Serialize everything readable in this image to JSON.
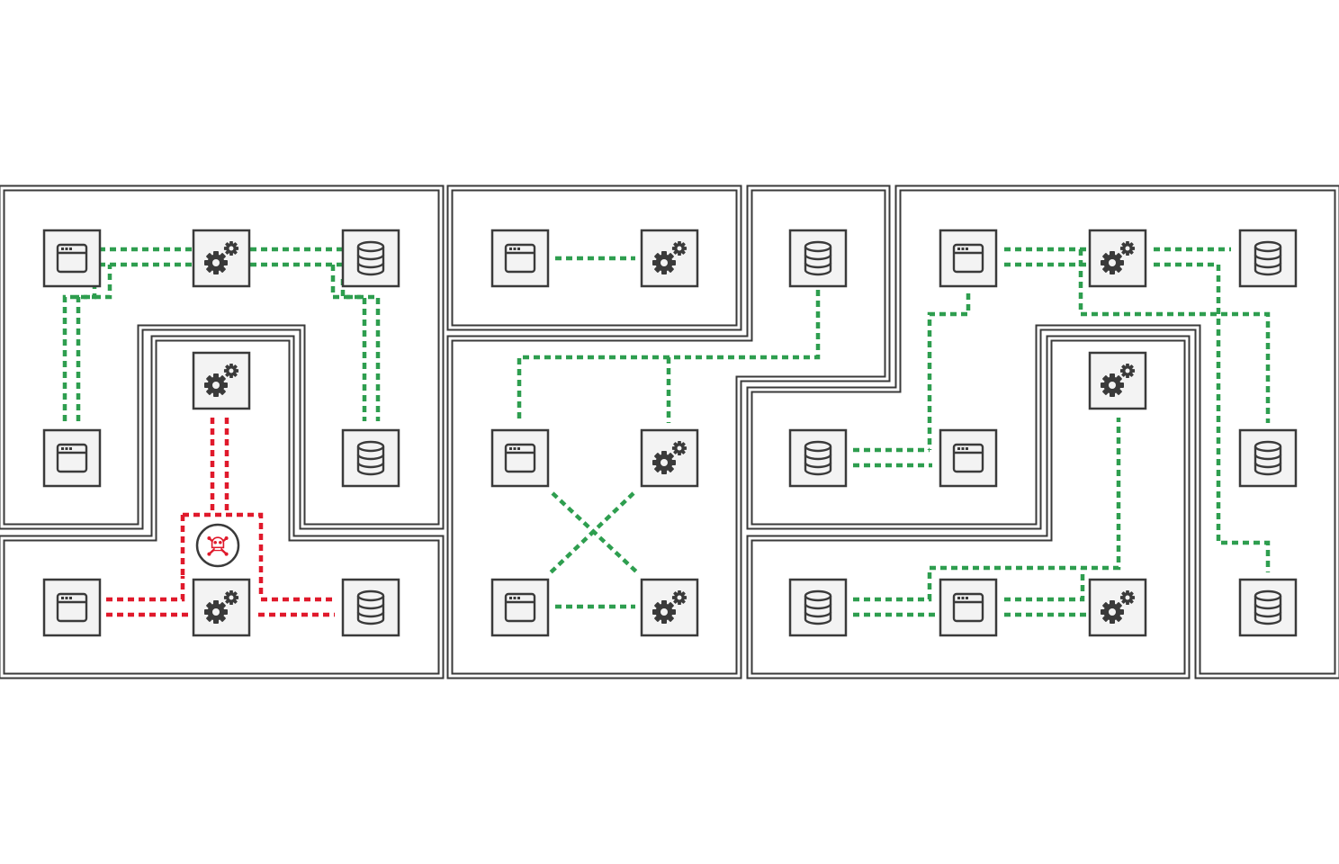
{
  "colors": {
    "background": "#ffffff",
    "zone_border": "#3a3a3a",
    "node_border": "#3a3a3a",
    "node_fill": "#f3f3f3",
    "icon": "#3a3a3a",
    "secure_link": "#2e9e4f",
    "compromised_link": "#e0192b",
    "threat": "#e0192b"
  },
  "icons": {
    "app_window": "app-window-icon",
    "service_gears": "gears-icon",
    "database": "database-icon",
    "threat": "skull-crossbones-icon"
  },
  "node_types": [
    "app",
    "service",
    "database",
    "threat"
  ],
  "link_status": [
    "secure",
    "compromised"
  ]
}
